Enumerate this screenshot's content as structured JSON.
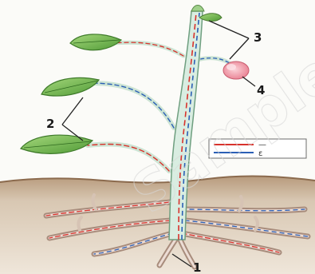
{
  "labels": {
    "root": "1",
    "leaves": "2",
    "stem_branches": "3",
    "flower": "4"
  },
  "legend": {
    "row1": "—",
    "row2": "ε"
  },
  "colors": {
    "soil": "#c9b59c",
    "stem": "#cfe8d8",
    "root": "#b49a8c",
    "leaf": "#7cbf55",
    "flower": "#f2a6b2",
    "red_vessel": "#d8322c",
    "blue_vessel": "#2b5fb5"
  },
  "watermark": "Sample"
}
